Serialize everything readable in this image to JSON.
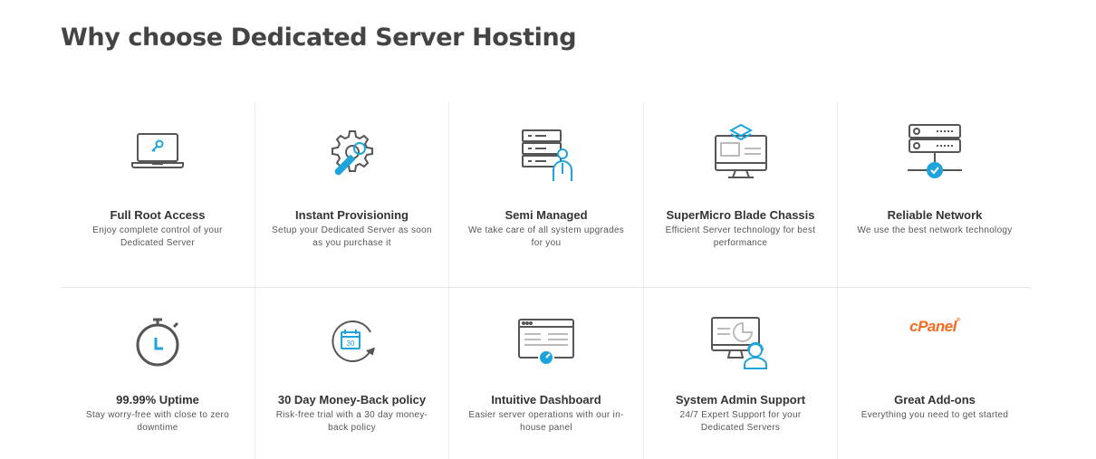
{
  "page": {
    "title": "Why choose Dedicated Server Hosting"
  },
  "colors": {
    "accent": "#1ea4dc",
    "icon_gray": "#555555",
    "cpanel": "#f26b21"
  },
  "features": [
    {
      "icon": "laptop-key-icon",
      "title": "Full Root Access",
      "desc": "Enjoy complete control of your Dedicated Server"
    },
    {
      "icon": "gear-wrench-icon",
      "title": "Instant Provisioning",
      "desc": "Setup your Dedicated Server as soon as you purchase it"
    },
    {
      "icon": "server-person-icon",
      "title": "Semi Managed",
      "desc": "We take care of all system upgrades for you"
    },
    {
      "icon": "monitor-layers-icon",
      "title": "SuperMicro Blade Chassis",
      "desc": "Efficient Server technology for best performance"
    },
    {
      "icon": "server-network-check-icon",
      "title": "Reliable Network",
      "desc": "We use the best network technology"
    },
    {
      "icon": "stopwatch-icon",
      "title": "99.99% Uptime",
      "desc": "Stay worry-free with close to zero downtime"
    },
    {
      "icon": "calendar-refresh-icon",
      "title": "30 Day Money-Back policy",
      "desc": "Risk-free trial with a 30 day money-back policy",
      "calendar_day": "30"
    },
    {
      "icon": "dashboard-window-icon",
      "title": "Intuitive Dashboard",
      "desc": "Easier server operations with our in-house panel"
    },
    {
      "icon": "monitor-support-agent-icon",
      "title": "System Admin Support",
      "desc": "24/7 Expert Support for your Dedicated Servers"
    },
    {
      "icon": "cpanel-logo",
      "title": "Great Add-ons",
      "desc": "Everything you need to get started",
      "logo_text": "cPanel",
      "logo_mark": "®"
    }
  ]
}
